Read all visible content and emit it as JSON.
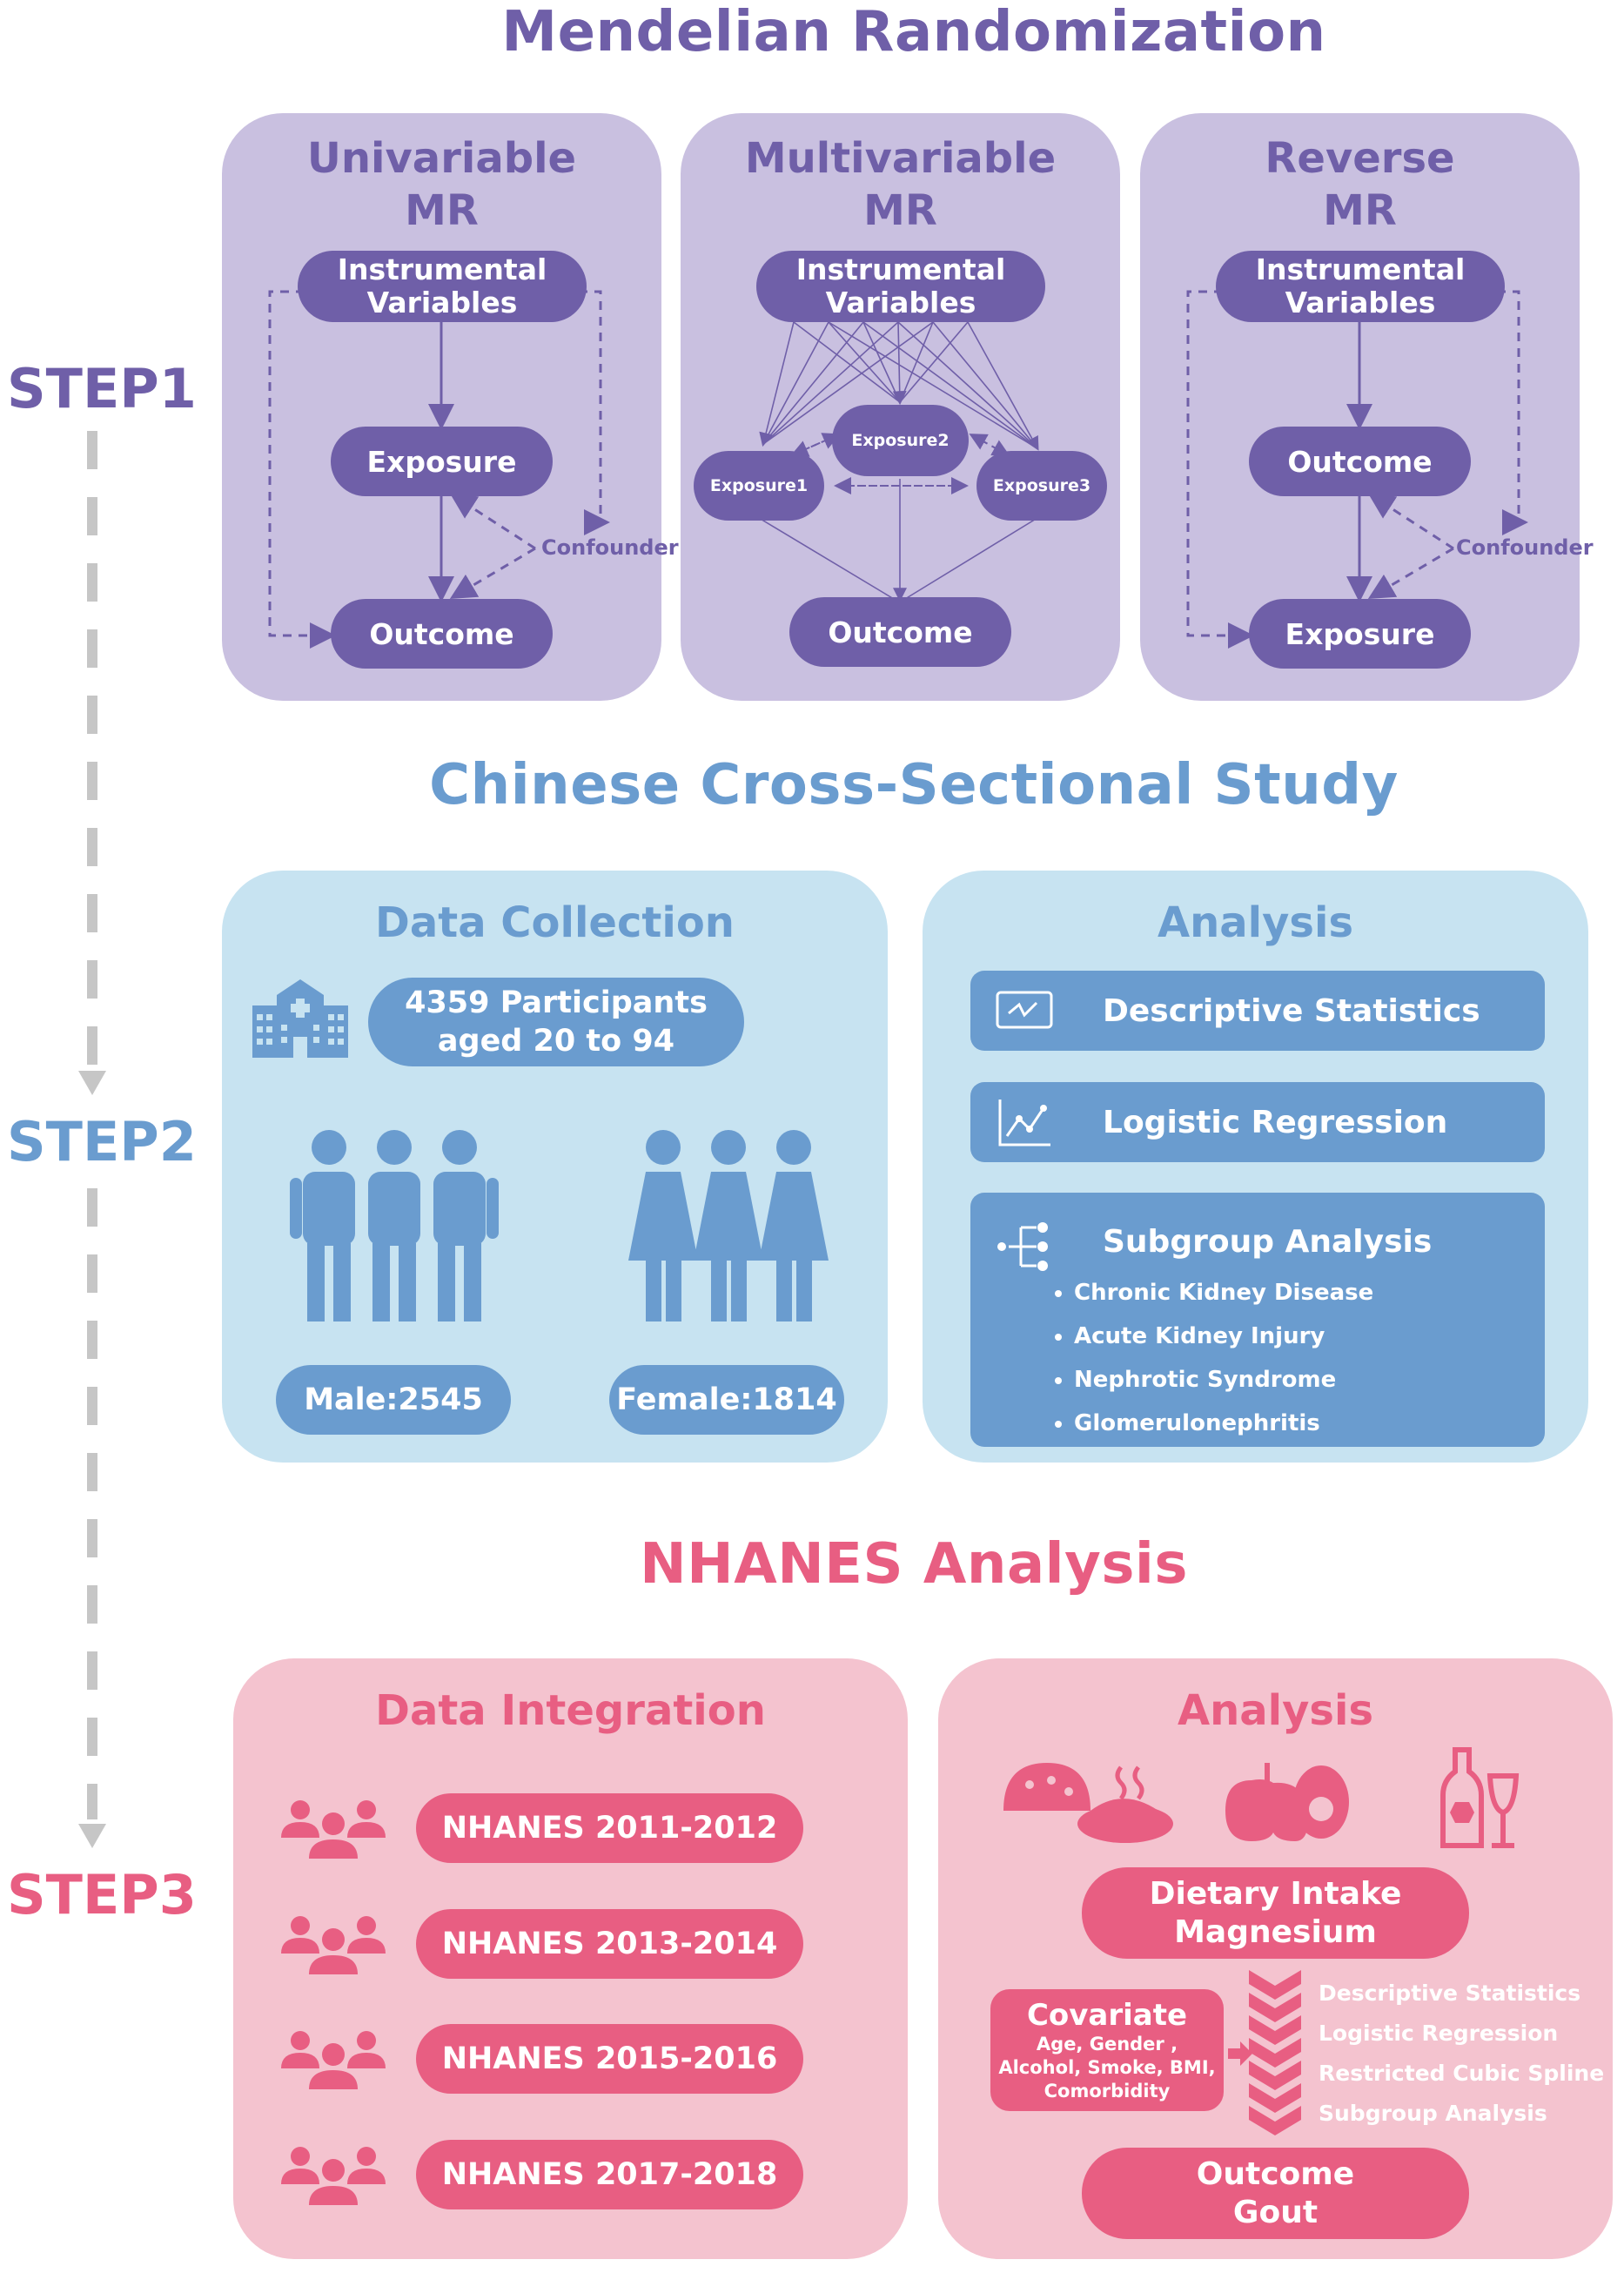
{
  "step_labels": [
    "STEP1",
    "STEP2",
    "STEP3"
  ],
  "colors": {
    "purple_dark": "#6f5fa8",
    "purple_light": "#c9c0e0",
    "blue_dark": "#6a9ccf",
    "blue_light": "#c7e3f1",
    "pink_dark": "#e85e82",
    "pink_light": "#f4c3cf",
    "gray_arrow": "#c6c6c6"
  },
  "mr": {
    "title": "Mendelian Randomization",
    "panels": [
      {
        "title": "Univariable\nMR",
        "top_node": "Instrumental\nVariables",
        "mid_node": "Exposure",
        "bottom_node": "Outcome",
        "confounder": "Confounder"
      },
      {
        "title": "Multivariable\nMR",
        "top_node": "Instrumental\nVariables",
        "exposures": [
          "Exposure1",
          "Exposure2",
          "Exposure3"
        ],
        "bottom_node": "Outcome"
      },
      {
        "title": "Reverse\nMR",
        "top_node": "Instrumental\nVariables",
        "mid_node": "Outcome",
        "bottom_node": "Exposure",
        "confounder": "Confounder"
      }
    ]
  },
  "chinese": {
    "title": "Chinese Cross-Sectional Study",
    "data_collection": {
      "title": "Data Collection",
      "participants": "4359 Participants\naged 20 to 94",
      "male": "Male:2545",
      "female": "Female:1814"
    },
    "analysis": {
      "title": "Analysis",
      "items": [
        "Descriptive Statistics",
        "Logistic Regression",
        "Subgroup Analysis"
      ],
      "subgroups": [
        "Chronic Kidney Disease",
        "Acute Kidney Injury",
        "Nephrotic Syndrome",
        "Glomerulonephritis"
      ]
    }
  },
  "nhanes": {
    "title": "NHANES Analysis",
    "integration": {
      "title": "Data Integration",
      "cycles": [
        "NHANES 2011-2012",
        "NHANES 2013-2014",
        "NHANES 2015-2016",
        "NHANES 2017-2018"
      ]
    },
    "analysis": {
      "title": "Analysis",
      "dietary": "Dietary Intake\nMagnesium",
      "covariate_title": "Covariate",
      "covariate_text": "Age, Gender ,\nAlcohol, Smoke, BMI,\nComorbidity",
      "methods": [
        "Descriptive Statistics",
        "Logistic Regression",
        "Restricted Cubic Spline",
        "Subgroup Analysis"
      ],
      "outcome": "Outcome\nGout"
    }
  }
}
